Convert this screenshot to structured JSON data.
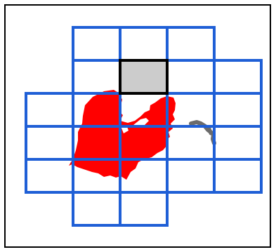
{
  "colors": {
    "background": "#ffffff",
    "frame": "#000000",
    "grid": "#1f5fd6",
    "highlight_fill": "#cccccc",
    "highlight_border": "#000000",
    "red_region": "#ff0000",
    "gray_region": "#6b6b6b"
  },
  "grid": {
    "columns": 5,
    "rows": 6,
    "occupied_cells": [
      {
        "col": 1,
        "row": 0
      },
      {
        "col": 2,
        "row": 0
      },
      {
        "col": 3,
        "row": 0
      },
      {
        "col": 1,
        "row": 1
      },
      {
        "col": 2,
        "row": 1
      },
      {
        "col": 3,
        "row": 1
      },
      {
        "col": 4,
        "row": 1
      },
      {
        "col": 0,
        "row": 2
      },
      {
        "col": 1,
        "row": 2
      },
      {
        "col": 2,
        "row": 2
      },
      {
        "col": 3,
        "row": 2
      },
      {
        "col": 4,
        "row": 2
      },
      {
        "col": 0,
        "row": 3
      },
      {
        "col": 1,
        "row": 3
      },
      {
        "col": 2,
        "row": 3
      },
      {
        "col": 3,
        "row": 3
      },
      {
        "col": 4,
        "row": 3
      },
      {
        "col": 0,
        "row": 4
      },
      {
        "col": 1,
        "row": 4
      },
      {
        "col": 2,
        "row": 4
      },
      {
        "col": 3,
        "row": 4
      },
      {
        "col": 4,
        "row": 4
      },
      {
        "col": 1,
        "row": 5
      },
      {
        "col": 2,
        "row": 5
      }
    ],
    "highlighted_cell": {
      "col": 2,
      "row": 1
    }
  }
}
